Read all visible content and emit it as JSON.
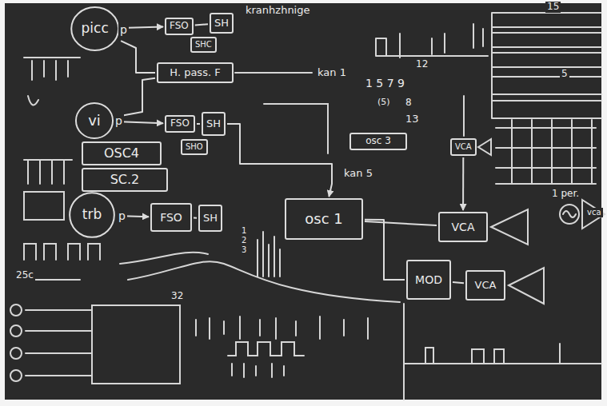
{
  "diagram": {
    "nodes": [
      {
        "text": [
          "picc"
        ]
      },
      {
        "text": [
          "FSO"
        ]
      },
      {
        "text": [
          "SH"
        ]
      },
      {
        "text": [
          "SHC"
        ]
      },
      {
        "text": [
          "H. pass. F"
        ]
      },
      {
        "text": [
          "vi"
        ]
      },
      {
        "text": [
          "FSO"
        ]
      },
      {
        "text": [
          "SH"
        ]
      },
      {
        "text": [
          "SHO"
        ]
      },
      {
        "text": [
          "OSC4"
        ]
      },
      {
        "text": [
          "SC.2"
        ]
      },
      {
        "text": [
          "trb"
        ]
      },
      {
        "text": [
          "FSO"
        ]
      },
      {
        "text": [
          "SH"
        ]
      },
      {
        "text": [
          "osc 3"
        ]
      },
      {
        "text": [
          "osc 1"
        ]
      },
      {
        "text": [
          "VCA"
        ]
      },
      {
        "text": [
          "MOD"
        ]
      },
      {
        "text": [
          "VCA"
        ]
      },
      {
        "text": [
          "VCA"
        ]
      }
    ],
    "edges": [
      {
        "from": 0,
        "to": 1,
        "arrow": "to"
      },
      {
        "from": 1,
        "to": 2,
        "arrow": "none"
      },
      {
        "from": 0,
        "to": 4,
        "arrow": "none"
      },
      {
        "from": 5,
        "to": 4,
        "arrow": "none"
      },
      {
        "from": 5,
        "to": 6,
        "arrow": "to"
      },
      {
        "from": 6,
        "to": 7,
        "arrow": "none"
      },
      {
        "from": 11,
        "to": 12,
        "arrow": "to"
      },
      {
        "from": 12,
        "to": 13,
        "arrow": "none"
      },
      {
        "from": 7,
        "to": 15,
        "label": "kan 5",
        "arrow": "to"
      },
      {
        "from": 15,
        "to": 16,
        "arrow": "none"
      },
      {
        "from": 15,
        "to": 17,
        "arrow": "none"
      },
      {
        "from": 17,
        "to": 18,
        "arrow": "none"
      },
      {
        "from": 19,
        "to": 16,
        "arrow": "to"
      }
    ],
    "labels": [
      "kranhzhnige",
      "p",
      "p",
      "p",
      "kan 1",
      "1 5 7 9",
      "(5)",
      "8",
      "13",
      "12",
      "15",
      "5",
      "1 per.",
      "vca",
      "1",
      "2",
      "3",
      "25c",
      "32"
    ]
  }
}
